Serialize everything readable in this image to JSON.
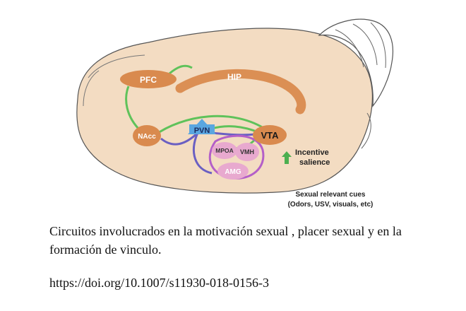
{
  "diagram": {
    "regions": {
      "pfc": "PFC",
      "hip": "HIP",
      "nacc": "NAcc",
      "pvn": "PVN",
      "vta": "VTA",
      "mpoa": "MPOA",
      "vmh": "VMH",
      "amg": "AMG"
    },
    "incentive_line1": "Incentive",
    "incentive_line2": "salience",
    "cues_line1": "Sexual relevant cues",
    "cues_line2": "(Odors, USV, visuals, etc)",
    "colors": {
      "brain_fill": "#f3dcc2",
      "region_orange": "#d98a4e",
      "region_pink": "#e8a9cf",
      "pvn_blue": "#5aa6e0",
      "pathway_green": "#5fc25a",
      "pathway_purple": "#6a5fc2",
      "pathway_magenta": "#b45fc8",
      "arrow_green": "#4caf50"
    }
  },
  "caption": "Circuitos involucrados en la motivación sexual , placer sexual y en la formación de vinculo.",
  "doi": "https://doi.org/10.1007/s11930-018-0156-3"
}
